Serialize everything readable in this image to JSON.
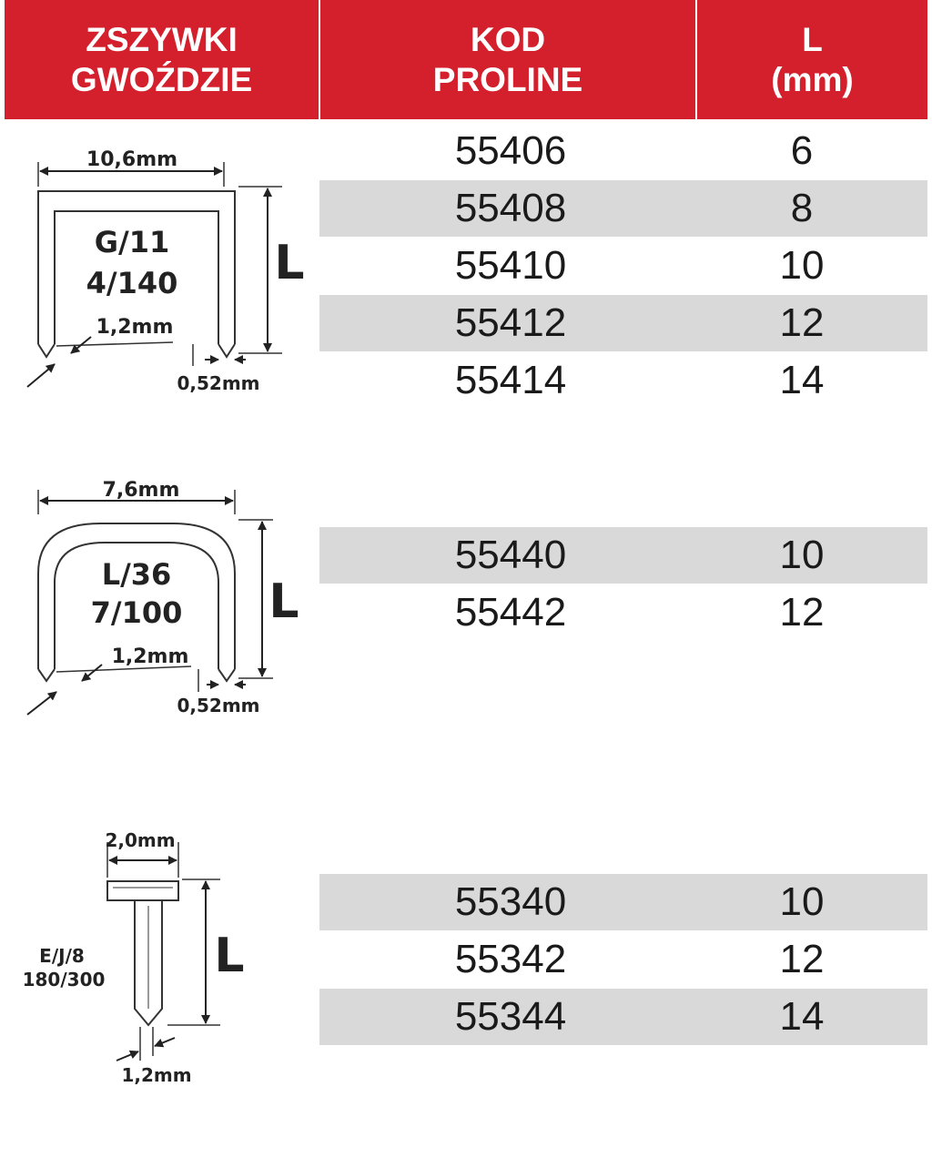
{
  "header": {
    "col1_line1": "ZSZYWKI",
    "col1_line2": "GWOŹDZIE",
    "col2_line1": "KOD",
    "col2_line2": "PROLINE",
    "col3_line1": "L",
    "col3_line2": "(mm)"
  },
  "groups": [
    {
      "type_line1": "G/11",
      "type_line2": "4/140",
      "width": "10,6mm",
      "wire": "1,2mm",
      "thickness": "0,52mm",
      "length_symbol": "L",
      "rows": [
        {
          "code": "55406",
          "length": "6"
        },
        {
          "code": "55408",
          "length": "8"
        },
        {
          "code": "55410",
          "length": "10"
        },
        {
          "code": "55412",
          "length": "12"
        },
        {
          "code": "55414",
          "length": "14"
        }
      ]
    },
    {
      "type_line1": "L/36",
      "type_line2": "7/100",
      "width": "7,6mm",
      "wire": "1,2mm",
      "thickness": "0,52mm",
      "length_symbol": "L",
      "rows": [
        {
          "code": "55440",
          "length": "10"
        },
        {
          "code": "55442",
          "length": "12"
        }
      ]
    },
    {
      "type_line1": "E/J/8",
      "type_line2": "180/300",
      "width": "2,0mm",
      "wire": "1,2mm",
      "length_symbol": "L",
      "rows": [
        {
          "code": "55340",
          "length": "10"
        },
        {
          "code": "55342",
          "length": "12"
        },
        {
          "code": "55344",
          "length": "14"
        }
      ]
    }
  ],
  "colors": {
    "header_bg": "#d41f2c",
    "row_shade": "#d9d9d9"
  }
}
